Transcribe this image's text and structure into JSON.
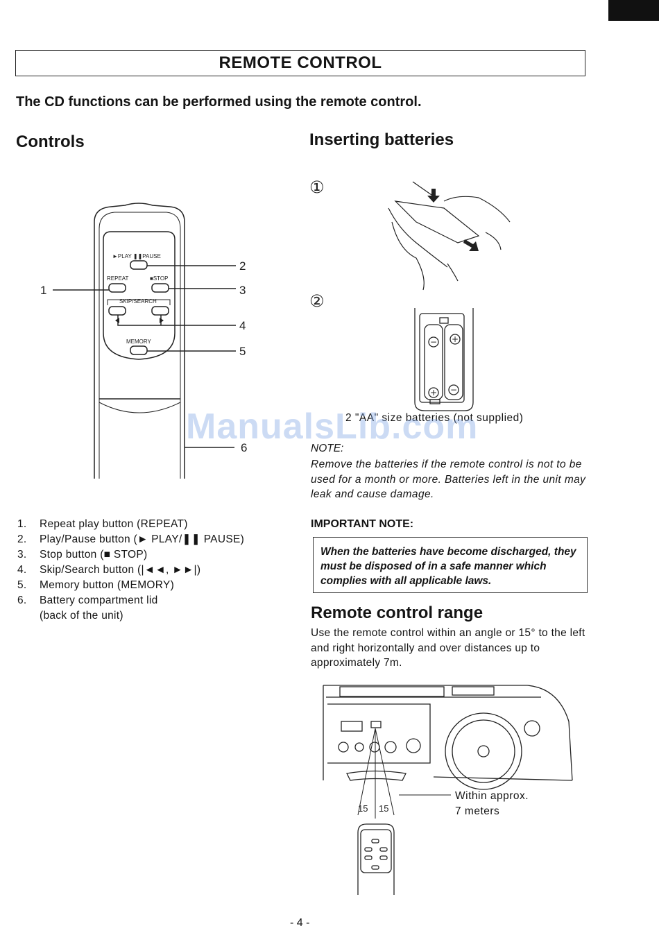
{
  "page": {
    "title": "REMOTE CONTROL",
    "intro": "The CD functions can be performed using the remote control.",
    "page_number": "- 4 -",
    "watermark": "ManualsLib.com"
  },
  "controls": {
    "heading": "Controls",
    "remote_labels": {
      "play_pause": "►PLAY ❚❚PAUSE",
      "repeat": "REPEAT",
      "stop": "■STOP",
      "skip_search": "SKIP/SEARCH",
      "memory": "MEMORY"
    },
    "callouts": [
      "1",
      "2",
      "3",
      "4",
      "5",
      "6"
    ],
    "list": [
      {
        "num": "1.",
        "text": "Repeat play button (REPEAT)"
      },
      {
        "num": "2.",
        "text": "Play/Pause button (► PLAY/❚❚ PAUSE)"
      },
      {
        "num": "3.",
        "text": "Stop button (■ STOP)"
      },
      {
        "num": "4.",
        "text": "Skip/Search button (|◄◄, ►►|)"
      },
      {
        "num": "5.",
        "text": "Memory button (MEMORY)"
      },
      {
        "num": "6.",
        "text": "Battery compartment lid"
      },
      {
        "num": "",
        "text": "(back of the unit)"
      }
    ]
  },
  "batteries": {
    "heading": "Inserting batteries",
    "steps": [
      "①",
      "②"
    ],
    "caption": "2 \"AA\" size batteries (not supplied)",
    "note_heading": "NOTE:",
    "note_body": "Remove the batteries if the remote control is not to be used for a month or more. Batteries left in the unit may leak and cause damage.",
    "important_heading": "IMPORTANT NOTE:",
    "important_body": "When the batteries have become discharged, they must be disposed of in a safe manner which complies with all applicable laws.",
    "polarity": {
      "plus": "+",
      "minus": "−"
    }
  },
  "range": {
    "heading": "Remote control range",
    "body": "Use the remote control within an angle or 15° to the left and right horizontally and over distances up to approximately 7m.",
    "angle_left": "15",
    "angle_right": "15",
    "distance_line1": "Within approx.",
    "distance_line2": "7 meters"
  }
}
